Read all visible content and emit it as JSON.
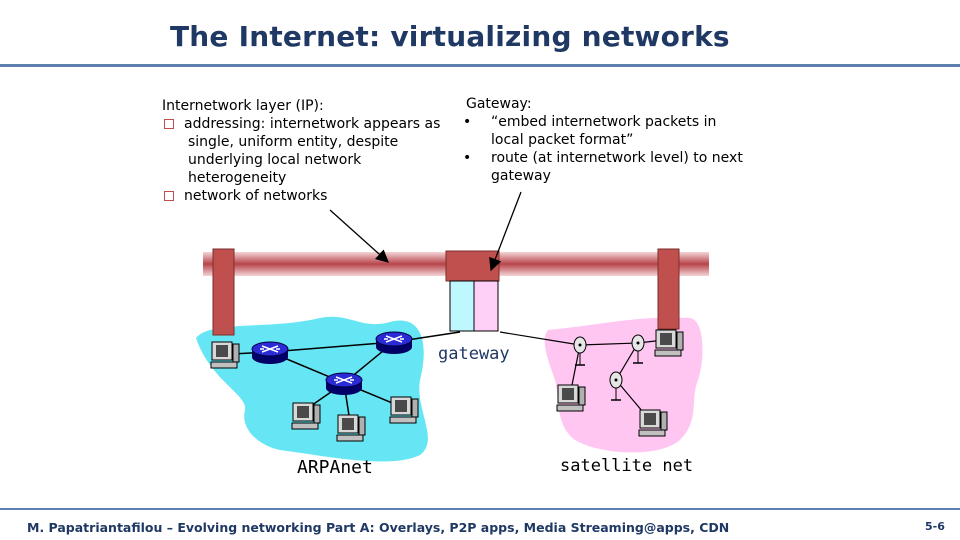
{
  "title": "The Internet: virtualizing networks",
  "left": {
    "heading": "Internetwork layer (IP):",
    "bullets": [
      {
        "line1": "addressing: internetwork appears as",
        "cont": [
          "single, uniform entity, despite",
          "underlying local network",
          "heterogeneity"
        ]
      },
      {
        "line1": "network of networks",
        "cont": []
      }
    ]
  },
  "right": {
    "heading": "Gateway:",
    "bullets": [
      {
        "line1": "“embed internetwork packets in",
        "cont": [
          "local packet format”"
        ]
      },
      {
        "line1": "route (at internetwork level) to next",
        "cont": [
          "gateway"
        ]
      }
    ]
  },
  "diagram": {
    "gateway_label": "gateway",
    "arpanet_label": "ARPAnet",
    "satellite_label": "satellite net",
    "colors": {
      "arpanet": "#66e6f5",
      "satellite": "#ffc6f2",
      "router": "#0000cc",
      "link": "#d0555a",
      "gateway_left": "#bff7ff",
      "gateway_right": "#ffd0f7",
      "gateway_top": "#c0504d"
    }
  },
  "footer": {
    "text": "M. Papatriantafilou – Evolving networking Part A: Overlays, P2P apps, Media Streaming@apps, CDN",
    "page": "5-6"
  }
}
